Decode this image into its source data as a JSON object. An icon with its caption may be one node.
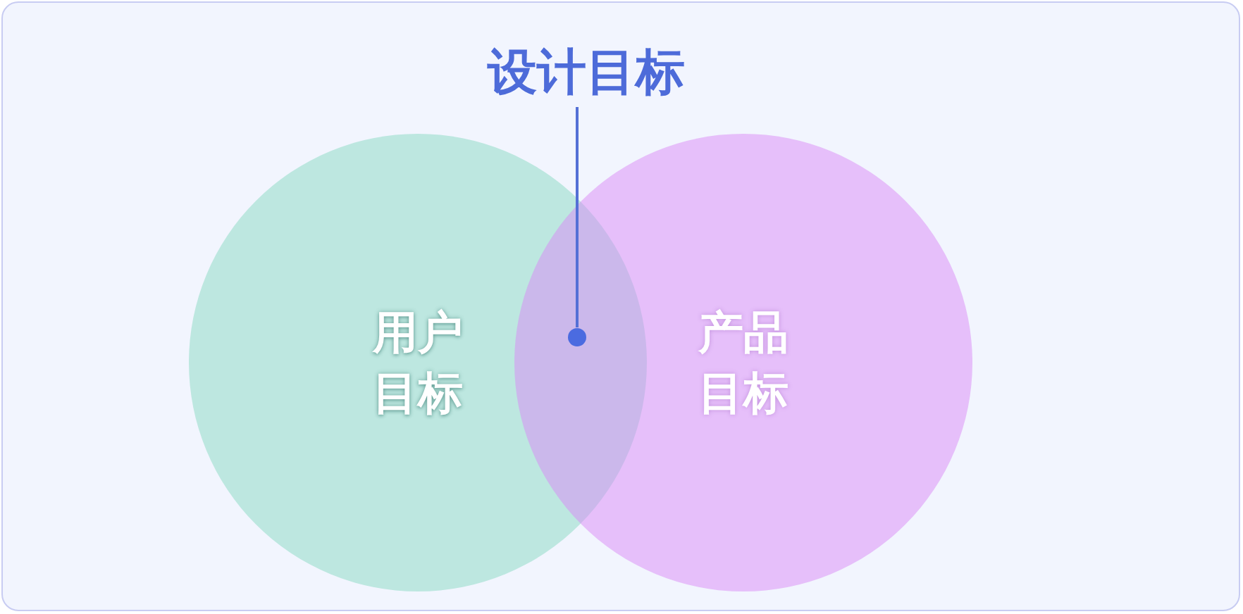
{
  "diagram": {
    "nodes": [
      {
        "text": [
          "用户目标"
        ]
      },
      {
        "text": [
          "产品目标"
        ]
      },
      {
        "text": [
          "设计目标"
        ]
      },
      {
        "text": [],
        "shape": "circle"
      }
    ],
    "edges": [
      {
        "from": 2,
        "to": 3,
        "arrow": "none"
      }
    ]
  }
}
